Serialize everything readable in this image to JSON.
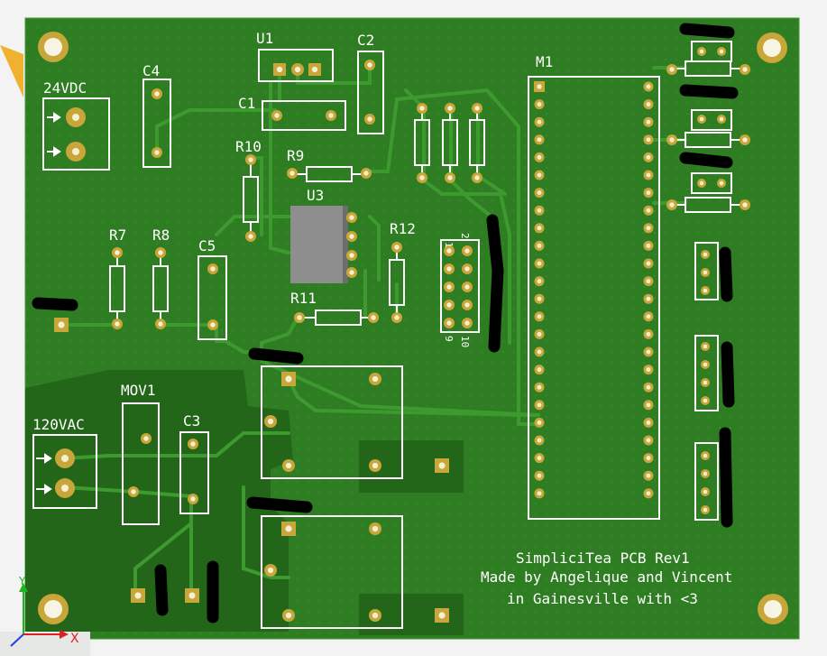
{
  "board": {
    "colors": {
      "board": "#2f7d22",
      "board_dark": "#23661a",
      "trace": "#3d9a2f",
      "pad_gold": "#c9a63a",
      "pad_hole": "#f5f0d0",
      "silkscreen": "#ffffff",
      "ic_body": "#8e8e8e",
      "redaction": "#000000",
      "background": "#f2f3f2"
    },
    "labels": {
      "v24": "24VDC",
      "v120": "120VAC",
      "c1": "C1",
      "c2": "C2",
      "c3": "C3",
      "c4": "C4",
      "c5": "C5",
      "u1": "U1",
      "u3": "U3",
      "m1": "M1",
      "mov1": "MOV1",
      "r7": "R7",
      "r8": "R8",
      "r9": "R9",
      "r10": "R10",
      "r11": "R11",
      "r12": "R12",
      "hdr_1": "1",
      "hdr_2": "2",
      "hdr_9": "9",
      "hdr_10": "10"
    },
    "credits": {
      "line1": "SimpliciTea PCB Rev1",
      "line2": "Made by Angelique and Vincent",
      "line3": "in Gainesville with <3"
    },
    "axes": {
      "x": "X",
      "y": "Y"
    }
  }
}
